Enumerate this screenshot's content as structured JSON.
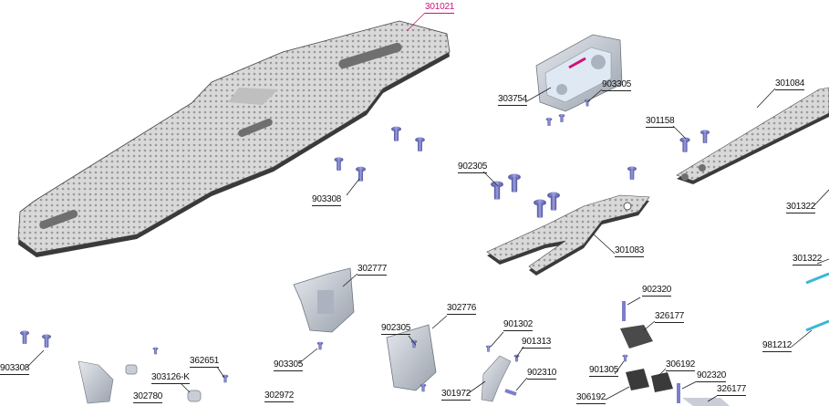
{
  "diagram": {
    "colors": {
      "carbon_fill": "#d9d9d9",
      "carbon_edge": "#3a3a3a",
      "carbon_hole": "#6f6f6f",
      "alu": "#c9ced6",
      "alu_dark": "#8f97a3",
      "blue_part": "#a9d7f2",
      "screw": "#7b7fc9",
      "screw_dark": "#4e529b",
      "leader": "#222222",
      "highlight_label": "#d0127a",
      "cyan_rod": "#3bb7d6"
    },
    "labels": {
      "chassis": "301021",
      "motor_mount": "303754",
      "screw_motor": "903305",
      "top_deck_right": "301084",
      "screw_deck": "301158",
      "screw_group_left": "903308",
      "screw_group_mid": "902305",
      "bulkhead_brace": "301083",
      "part_301322_a": "301322",
      "part_301322_b": "301322",
      "rod": "981212",
      "bulkhead_left": "302777",
      "screw_bulkhead_left": "903305",
      "bulkhead_right": "302776",
      "screw_bulkhead_right": "902305",
      "screw_corner_left": "903308",
      "ball_stud": "362651",
      "nut_303126": "303126-K",
      "part_302780": "302780",
      "part_302972": "302972",
      "part_901302": "901302",
      "part_901313": "901313",
      "arm_301972": "301972",
      "screw_902310": "902310",
      "screw_902320_a": "902320",
      "block_326177_a": "326177",
      "screw_901305": "901305",
      "block_306192_a": "306192",
      "block_306192_b": "306192",
      "screw_902320_b": "902320",
      "block_326177_b": "326177"
    }
  }
}
